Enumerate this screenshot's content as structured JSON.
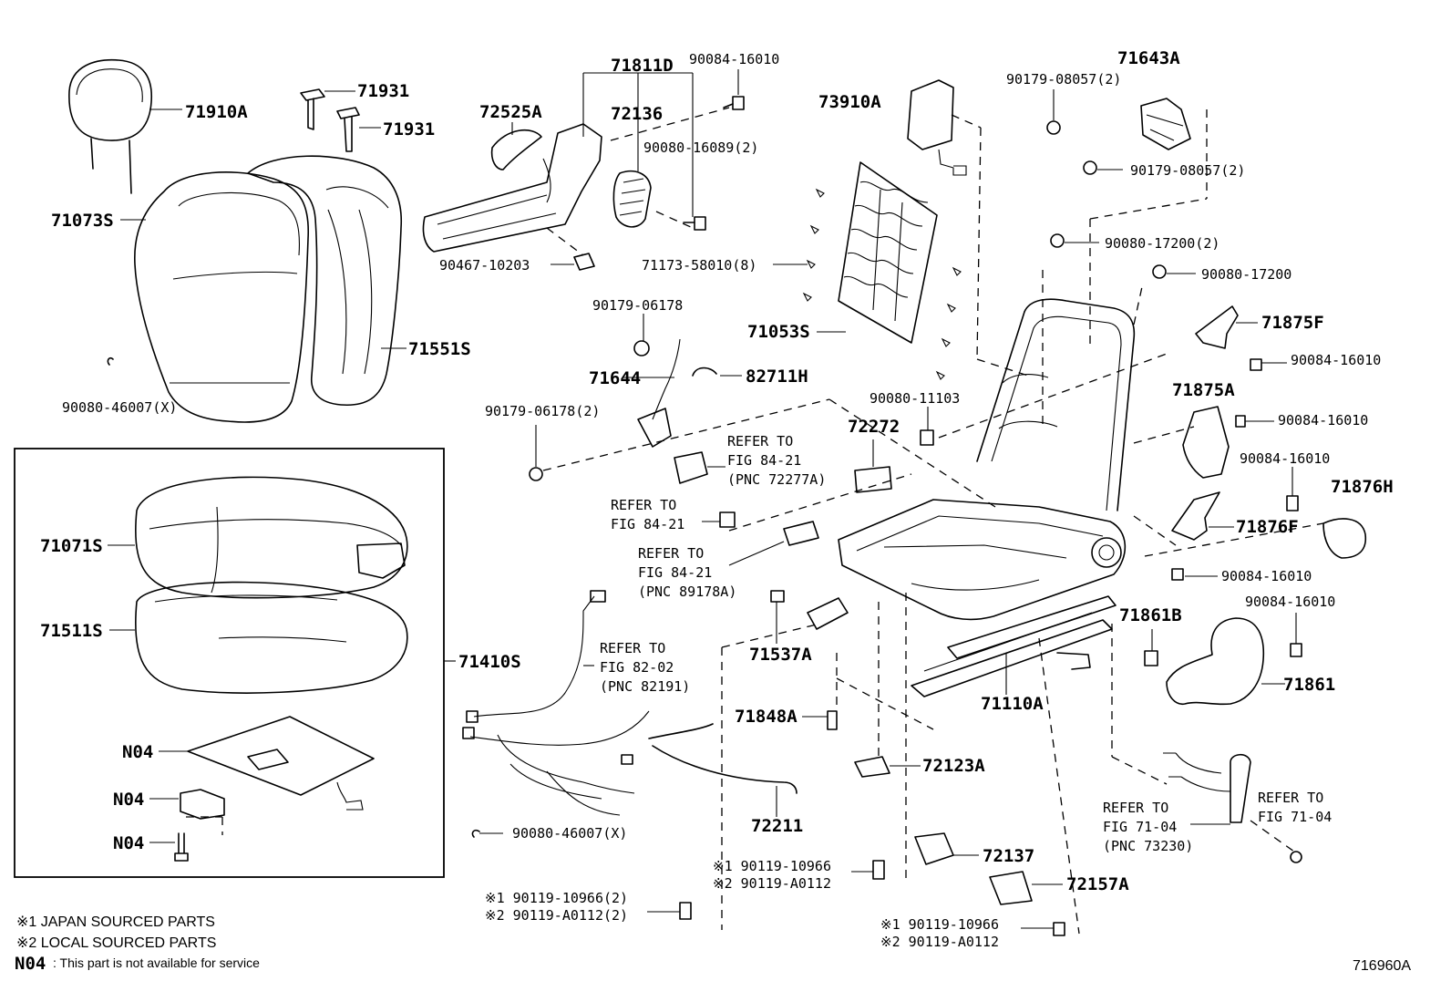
{
  "diagram_code": "716960A",
  "legend": {
    "note1": "※1 JAPAN SOURCED PARTS",
    "note2": "※2 LOCAL SOURCED PARTS",
    "n04_code": "N04",
    "n04_text": ": This part is not available for service"
  },
  "labels": {
    "p71910A": "71910A",
    "p71931a": "71931",
    "p71931b": "71931",
    "p71073S": "71073S",
    "p71551S": "71551S",
    "p90080_46007a": "90080-46007(X)",
    "p72525A": "72525A",
    "p71811D": "71811D",
    "p72136": "72136",
    "p90084_16010a": "90084-16010",
    "p90080_16089": "90080-16089(2)",
    "p90467_10203": "90467-10203",
    "p71173_58010": "71173-58010(8)",
    "p73910A": "73910A",
    "p71053S": "71053S",
    "p71643A": "71643A",
    "p90179_08057a": "90179-08057(2)",
    "p90179_08057b": "90179-08057(2)",
    "p90080_17200a": "90080-17200(2)",
    "p90080_17200b": "90080-17200",
    "p71875F": "71875F",
    "p90084_16010b": "90084-16010",
    "p71875A": "71875A",
    "p90084_16010c": "90084-16010",
    "p90084_16010d": "90084-16010",
    "p71876H": "71876H",
    "p71876F": "71876F",
    "p90084_16010e": "90084-16010",
    "p90084_16010f": "90084-16010",
    "p71861B": "71861B",
    "p71861": "71861",
    "p90179_06178a": "90179-06178",
    "p71644": "71644",
    "p82711H": "82711H",
    "p90179_06178b": "90179-06178(2)",
    "p90080_11103": "90080-11103",
    "p72272": "72272",
    "ref1_a": "REFER TO",
    "ref1_b": "FIG 84-21",
    "ref1_c": "(PNC 72277A)",
    "ref2_a": "REFER TO",
    "ref2_b": "FIG 84-21",
    "ref3_a": "REFER TO",
    "ref3_b": "FIG 84-21",
    "ref3_c": "(PNC 89178A)",
    "ref4_a": "REFER TO",
    "ref4_b": "FIG 82-02",
    "ref4_c": "(PNC 82191)",
    "ref5_a": "REFER TO",
    "ref5_b": "FIG 71-04",
    "ref5_c": "(PNC 73230)",
    "ref6_a": "REFER TO",
    "ref6_b": "FIG 71-04",
    "p71071S": "71071S",
    "p71511S": "71511S",
    "p71410S": "71410S",
    "n04a": "N04",
    "n04b": "N04",
    "n04c": "N04",
    "p71537A": "71537A",
    "p71848A": "71848A",
    "p71110A": "71110A",
    "p72123A": "72123A",
    "p72211": "72211",
    "p90080_46007b": "90080-46007(X)",
    "p72137": "72137",
    "p72157A": "72157A",
    "f1a": "※1 90119-10966",
    "f1b": "※2 90119-A0112",
    "f2a": "※1 90119-10966(2)",
    "f2b": "※2 90119-A0112(2)",
    "f3a": "※1 90119-10966",
    "f3b": "※2 90119-A0112"
  }
}
